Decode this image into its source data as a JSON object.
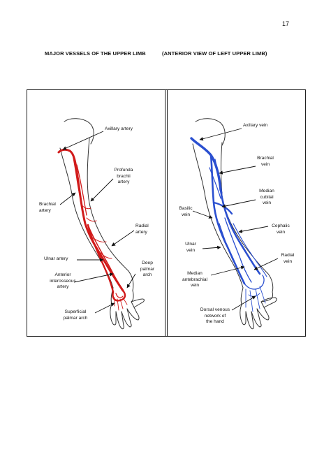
{
  "page": {
    "number": "17"
  },
  "headings": {
    "left": "MAJOR VESSELS OF THE UPPER LIMB",
    "right": "(ANTERIOR VIEW OF LEFT UPPER LIMB)"
  },
  "colors": {
    "arteries": "#d11a1a",
    "veins": "#2a4fd0",
    "outline": "#333333"
  },
  "arteries_panel": {
    "labels": {
      "axillary_artery": "Axillary artery",
      "profunda_brachii_artery": "Profunda\nbrachii\nartery",
      "brachial_artery": "Brachial\nartery",
      "radial_artery": "Radial\nartery",
      "ulnar_artery": "Ulnar artery",
      "deep_palmar_arch": "Deep\npalmar\narch",
      "anterior_interosseous_artery": "Anterior\ninterosseous\nartery",
      "superficial_palmar_arch": "Superficial\npalmar arch"
    }
  },
  "veins_panel": {
    "labels": {
      "axillary_vein": "Axillary vein",
      "brachial_vein": "Brachial\nvein",
      "median_cubital_vein": "Median\ncubital\nvein",
      "basilic_vein": "Basilic\nvein",
      "cephalic_vein": "Cephalic\nvein",
      "ulnar_vein": "Ulnar\nvein",
      "radial_vein": "Radial\nvein",
      "median_antebrachial_vein": "Median\nantebrachial\nvein",
      "dorsal_venous_network": "Dorsal venous\nnetwork of\nthe hand"
    }
  }
}
